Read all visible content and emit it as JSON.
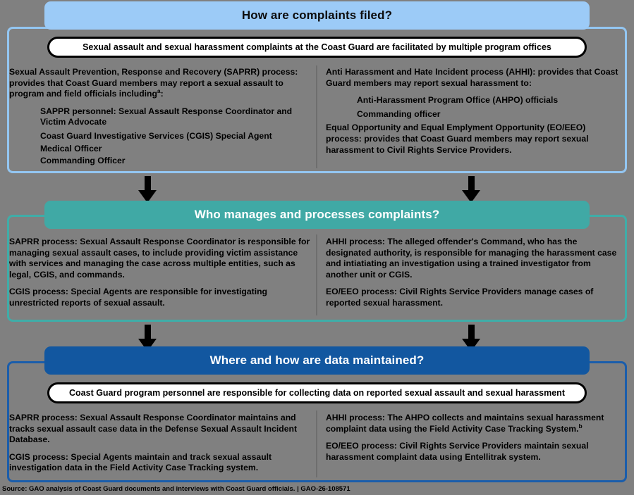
{
  "figure": {
    "background_color": "#808080",
    "source_note": "Source: GAO analysis of Coast Guard documents and interviews with Coast Guard officials.  |  GAO-26-108571"
  },
  "sections": [
    {
      "id": "how-are-complaints-filed",
      "header": "How are complaints filed?",
      "header_color": "#9ccbf7",
      "border_color": "#93c6f2",
      "capsule": "Sexual assault and sexual harassment complaints at the Coast Guard are facilitated by multiple program offices",
      "left_column": {
        "lead_bold": "Sexual Assault Prevention, Response and Recovery (SAPRR) process:",
        "lead_rest": " provides that Coast Guard members may report a sexual assault to program and field officials including",
        "lead_footnote": "a",
        "lead_suffix": ":",
        "items": [
          "SAPPR personnel: Sexual Assault Response Coordinator and Victim Advocate",
          "Coast Guard Investigative Services (CGIS) Special Agent",
          "Medical Officer",
          "Commanding Officer"
        ]
      },
      "right_column": {
        "block1_bold": "Anti Harassment and Hate Incident process (AHHI):",
        "block1_rest": " provides that Coast Guard members may report sexual harassment to:",
        "items": [
          "Anti-Harassment Program Office (AHPO) officials",
          "Commanding officer"
        ],
        "block2_bold": "Equal Opportunity and Equal Emplyment Opportunity (EO/EEO) process:",
        "block2_rest": " provides that Coast Guard members may report sexual harassment to Civil Rights Service Providers."
      }
    },
    {
      "id": "who-manages-and-processes-complaints",
      "header": "Who manages and processes complaints?",
      "header_color": "#40a9a5",
      "border_color": "#3fada8",
      "left_column": {
        "p1_bold": "SAPRR process:",
        "p1_rest": " Sexual Assault Response Coordinator is responsible for managing sexual assault cases, to include providing victim assistance with services and managing the case across multiple entities, such as legal, CGIS, and commands.",
        "p2_bold": "CGIS process:",
        "p2_rest": " Special Agents are responsible for investigating unrestricted reports of sexual assault."
      },
      "right_column": {
        "p1_bold": "AHHI process:",
        "p1_rest": " The alleged offender's Command, who has the designated authority, is responsible for managing the harassment case and intiatiating an investigation using a trained investigator from another unit or CGIS.",
        "p2_bold": "EO/EEO process:",
        "p2_rest": " Civil Rights Service Providers manage cases of reported sexual harassment."
      }
    },
    {
      "id": "where-and-how-are-data-maintained",
      "header": "Where and how are data maintained?",
      "header_color": "#1257a0",
      "border_color": "#1a5dab",
      "capsule": "Coast Guard program personnel are responsible for collecting data on reported sexual assault and sexual harassment",
      "left_column": {
        "p1_bold": "SAPRR process:",
        "p1_rest": " Sexual Assault Response Coordinator maintains and tracks sexual assault case data in the Defense Sexual Assault Incident Database.",
        "p2_bold": "CGIS process:",
        "p2_rest": " Special Agents maintain and track sexual assault investigation data in the Field Activity Case Tracking system."
      },
      "right_column": {
        "p1_bold": "AHHI process:",
        "p1_rest": " The AHPO collects and maintains sexual harassment complaint data using the Field Activity Case Tracking System.",
        "p1_footnote": "b",
        "p2_bold": "EO/EEO process:",
        "p2_rest": " Civil Rights Service Providers maintain sexual harassment complaint data using Entellitrak system."
      }
    }
  ],
  "arrows": [
    {
      "name": "arrow-left-section1-to-section2"
    },
    {
      "name": "arrow-right-section1-to-section2"
    },
    {
      "name": "arrow-left-section2-to-section3"
    },
    {
      "name": "arrow-right-section2-to-section3"
    }
  ]
}
